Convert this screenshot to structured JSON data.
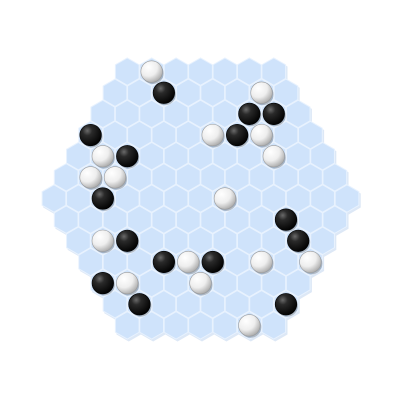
{
  "game": {
    "board_shape": "hexagon",
    "cell_shape": "hexagon",
    "board_radius": 6,
    "cell_color": "#cfe3fb",
    "cell_border_color": "#e8f2fe",
    "shadow_color": "#9fbde4",
    "stone_colors": {
      "black": "#111111",
      "white": "#e8e8e8"
    },
    "stones": [
      {
        "color": "black",
        "q": -3,
        "r": -3
      },
      {
        "color": "white",
        "q": 1,
        "r": -6
      },
      {
        "color": "black",
        "q": 1,
        "r": -5
      },
      {
        "color": "white",
        "q": -4,
        "r": -1
      },
      {
        "color": "white",
        "q": -3,
        "r": -2
      },
      {
        "color": "white",
        "q": 2,
        "r": -3
      },
      {
        "color": "black",
        "q": -4,
        "r": 0
      },
      {
        "color": "white",
        "q": -3,
        "r": -1
      },
      {
        "color": "black",
        "q": -2,
        "r": -2
      },
      {
        "color": "black",
        "q": 3,
        "r": -3
      },
      {
        "color": "black",
        "q": 4,
        "r": -4
      },
      {
        "color": "white",
        "q": 5,
        "r": -5
      },
      {
        "color": "white",
        "q": -5,
        "r": 2
      },
      {
        "color": "black",
        "q": -4,
        "r": 2
      },
      {
        "color": "black",
        "q": -6,
        "r": 4
      },
      {
        "color": "white",
        "q": -5,
        "r": 4
      },
      {
        "color": "black",
        "q": -3,
        "r": 3
      },
      {
        "color": "white",
        "q": -2,
        "r": 3
      },
      {
        "color": "white",
        "q": 1,
        "r": 0
      },
      {
        "color": "white",
        "q": 4,
        "r": -3
      },
      {
        "color": "black",
        "q": 5,
        "r": -4
      },
      {
        "color": "black",
        "q": -5,
        "r": 5
      },
      {
        "color": "white",
        "q": -2,
        "r": 4
      },
      {
        "color": "black",
        "q": -1,
        "r": 3
      },
      {
        "color": "white",
        "q": 4,
        "r": -2
      },
      {
        "color": "black",
        "q": 3,
        "r": 1
      },
      {
        "color": "white",
        "q": 1,
        "r": 3
      },
      {
        "color": "black",
        "q": 3,
        "r": 2
      },
      {
        "color": "white",
        "q": -1,
        "r": 6
      },
      {
        "color": "white",
        "q": 3,
        "r": 3
      },
      {
        "color": "black",
        "q": 1,
        "r": 5
      }
    ]
  }
}
